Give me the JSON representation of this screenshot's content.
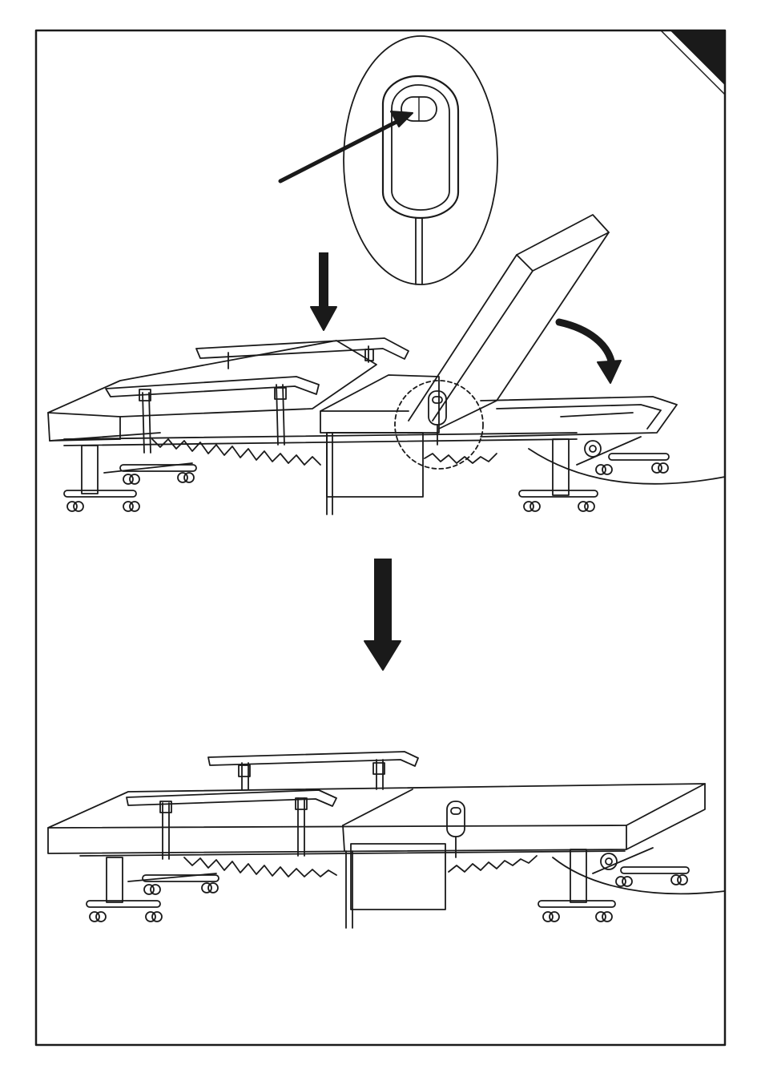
{
  "page": {
    "type": "assembly-instruction-step",
    "text_labels": []
  },
  "colors": {
    "ink": "#1a1a1a",
    "paper": "#ffffff",
    "corner_tab": "#1a1a1a"
  },
  "icons": [
    "remote-handset-magnified-icon",
    "press-arrow-icon",
    "down-arrow-icon",
    "rotate-arrow-icon",
    "step-down-arrow-icon",
    "dashed-detail-circle-icon",
    "corner-tab-icon"
  ],
  "steps": [
    {
      "id": "before",
      "state": "backrest raised, footrest tilted"
    },
    {
      "id": "after",
      "state": "bed fully flat"
    }
  ]
}
